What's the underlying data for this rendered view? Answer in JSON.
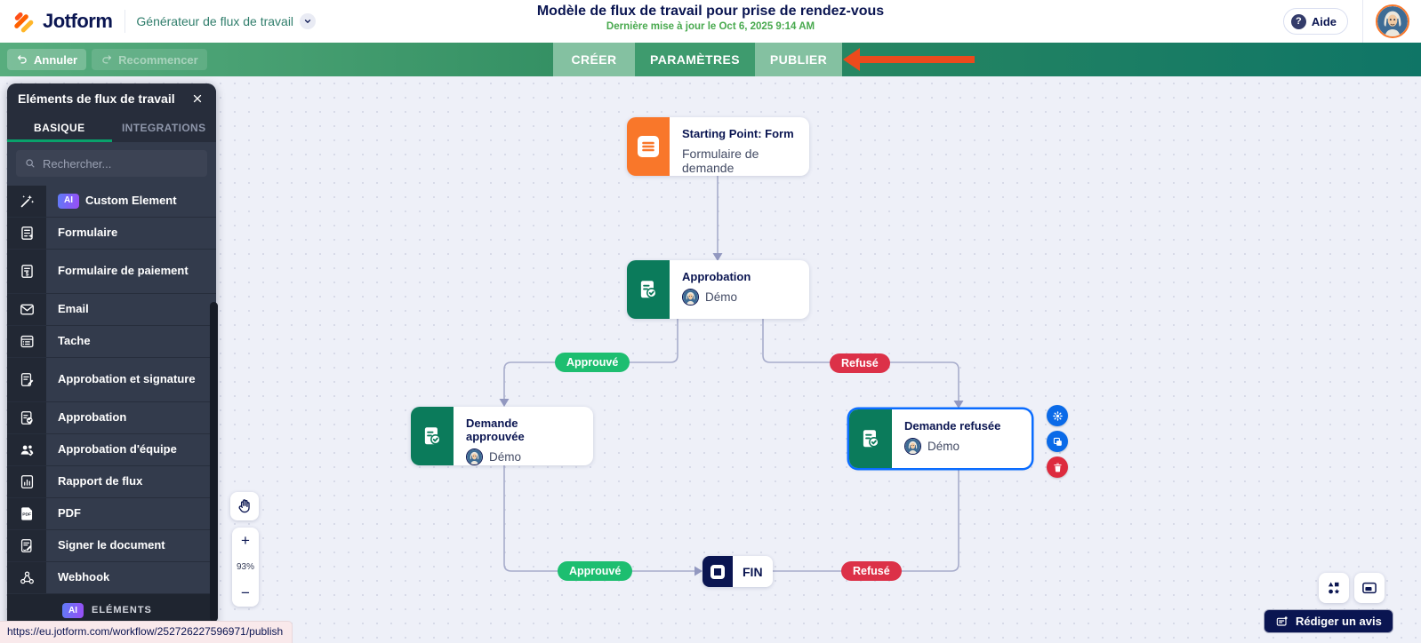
{
  "header": {
    "brand": "Jotform",
    "app_switcher": "Générateur de flux de travail",
    "title": "Modèle de flux de travail pour prise de rendez-vous",
    "last_updated": "Dernière mise à jour le Oct 6, 2025 9:14 AM",
    "help_label": "Aide"
  },
  "toolbar": {
    "undo_label": "Annuler",
    "redo_label": "Recommencer",
    "tabs": [
      {
        "label": "CRÉER"
      },
      {
        "label": "PARAMÈTRES"
      },
      {
        "label": "PUBLIER"
      }
    ]
  },
  "sidebar": {
    "title": "Eléments de flux de travail",
    "tabs": [
      {
        "label": "BASIQUE",
        "active": true
      },
      {
        "label": "INTEGRATIONS",
        "active": false
      }
    ],
    "search_placeholder": "Rechercher...",
    "items": [
      {
        "label": "Custom Element",
        "icon": "magic-wand-icon",
        "badge": "AI"
      },
      {
        "label": "Formulaire",
        "icon": "form-icon"
      },
      {
        "label": "Formulaire de paiement",
        "icon": "payment-form-icon",
        "two_line": true
      },
      {
        "label": "Email",
        "icon": "email-icon"
      },
      {
        "label": "Tache",
        "icon": "task-icon"
      },
      {
        "label": "Approbation et signature",
        "icon": "approval-signature-icon",
        "two_line": true
      },
      {
        "label": "Approbation",
        "icon": "approval-icon"
      },
      {
        "label": "Approbation d'équipe",
        "icon": "team-approval-icon"
      },
      {
        "label": "Rapport de flux",
        "icon": "flow-report-icon"
      },
      {
        "label": "PDF",
        "icon": "pdf-icon"
      },
      {
        "label": "Signer le document",
        "icon": "sign-document-icon"
      },
      {
        "label": "Webhook",
        "icon": "webhook-icon"
      }
    ],
    "section_badge": "AI",
    "section_label": "ELÉMENTS"
  },
  "canvas": {
    "zoom_level": "93%",
    "nodes": {
      "start": {
        "title": "Starting Point: Form",
        "subtitle": "Formulaire de demande"
      },
      "approval": {
        "title": "Approbation",
        "assignee": "Démo"
      },
      "approved": {
        "title": "Demande approuvée",
        "assignee": "Démo"
      },
      "rejected": {
        "title": "Demande refusée",
        "assignee": "Démo"
      },
      "end": {
        "label": "FIN"
      }
    },
    "branch_labels": {
      "approved": "Approuvé",
      "rejected": "Refusé"
    },
    "feedback_button": "Rédiger un avis"
  },
  "status_bar": {
    "url": "https://eu.jotform.com/workflow/252726227596971/publish"
  },
  "colors": {
    "brand_navy": "#0A1551",
    "node_orange": "#F9772A",
    "node_green": "#0B7B5B",
    "pill_green": "#1DBE70",
    "pill_red": "#DC3148",
    "selection_blue": "#0A6CFF",
    "arrow_orange": "#EB4A1C",
    "toolbar_green": "#2F8C60"
  }
}
